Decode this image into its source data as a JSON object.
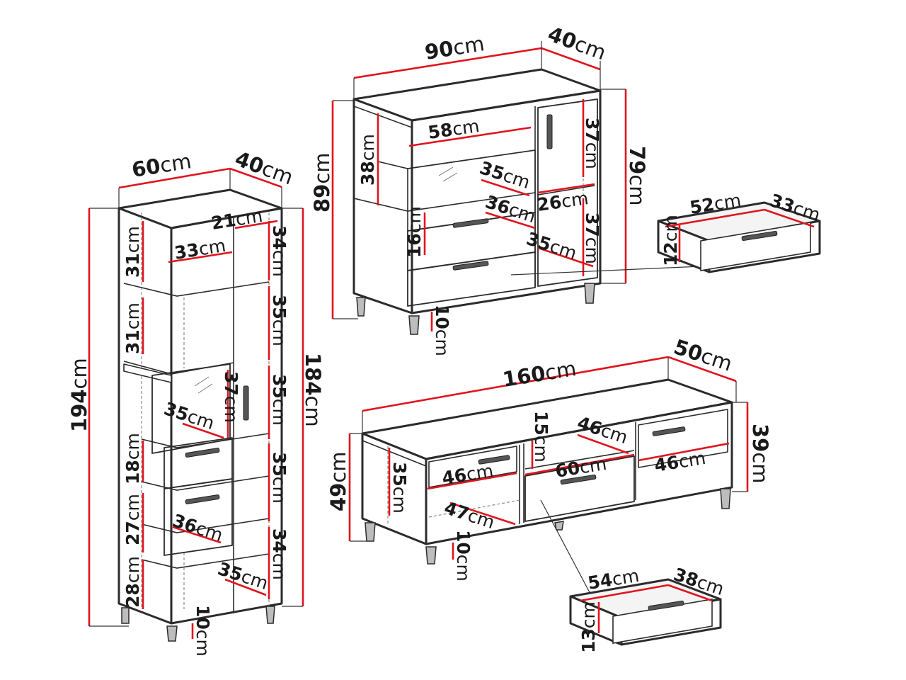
{
  "unit": "cm",
  "tall_cabinet": {
    "width": "60",
    "depth": "40",
    "height_total": "194",
    "height_body": "184",
    "shelf_top_width": "21",
    "inner_width": "33",
    "top_height": "31",
    "upper_height": "31",
    "right_top": "34",
    "right_mid1": "35",
    "right_mid2": "35",
    "right_mid3": "35",
    "right_bottom": "34",
    "door_height": "37",
    "glass_depth": "35",
    "drawer1_height": "18",
    "drawer2_height": "27",
    "drawer_depth": "36",
    "bottom_height": "28",
    "bottom_depth": "35",
    "leg_height": "10"
  },
  "chest": {
    "width": "90",
    "depth": "40",
    "height_total": "89",
    "height_body": "79",
    "niche_width": "58",
    "niche_height": "38",
    "niche_depth": "35",
    "drawer_height": "16",
    "drawer_depth": "36",
    "drawer2_depth": "35",
    "right_top_height": "37",
    "right_bottom_height": "37",
    "right_shelf_depth": "26",
    "leg_height": "10",
    "drawer_detail": {
      "width": "52",
      "depth": "33",
      "height": "12"
    }
  },
  "tv_bench": {
    "width": "160",
    "depth": "50",
    "height_total": "49",
    "height_body": "39",
    "left_height": "35",
    "left_width": "46",
    "left_depth": "47",
    "middle_top_height": "15",
    "middle_top_depth": "46",
    "middle_drawer_width": "60",
    "right_width": "46",
    "leg_height": "10",
    "drawer_detail": {
      "width": "54",
      "depth": "38",
      "height": "13"
    }
  },
  "colors": {
    "dimension_line": "#e0141e",
    "outline": "#2b2b2b",
    "text": "#1a1a1a"
  }
}
